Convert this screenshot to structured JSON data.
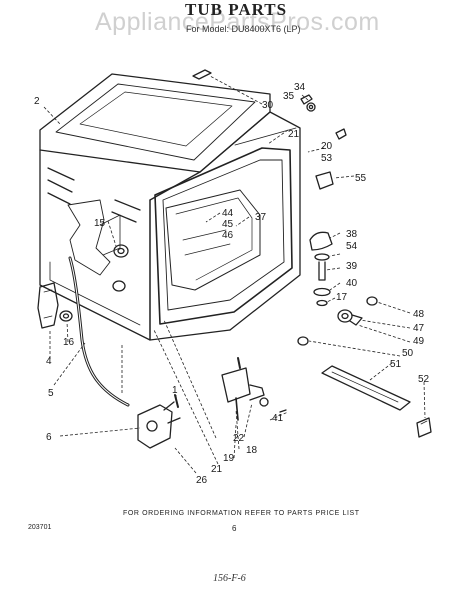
{
  "header": {
    "title": "TUB PARTS",
    "model_line": "For Model: DU8400XT6 (LP)",
    "watermark": "AppliancePartsPros.com"
  },
  "callouts": [
    "34",
    "35",
    "30",
    "2",
    "21",
    "20",
    "53",
    "55",
    "15",
    "44",
    "45",
    "46",
    "37",
    "38",
    "54",
    "39",
    "40",
    "17",
    "48",
    "47",
    "49",
    "50",
    "51",
    "52",
    "4",
    "16",
    "5",
    "1",
    "6",
    "41",
    "22",
    "18",
    "19",
    "21",
    "26"
  ],
  "footer": {
    "note": "FOR ORDERING INFORMATION REFER TO PARTS PRICE LIST",
    "doc_number": "203701",
    "page": "6",
    "handwritten": "156-F-6"
  }
}
